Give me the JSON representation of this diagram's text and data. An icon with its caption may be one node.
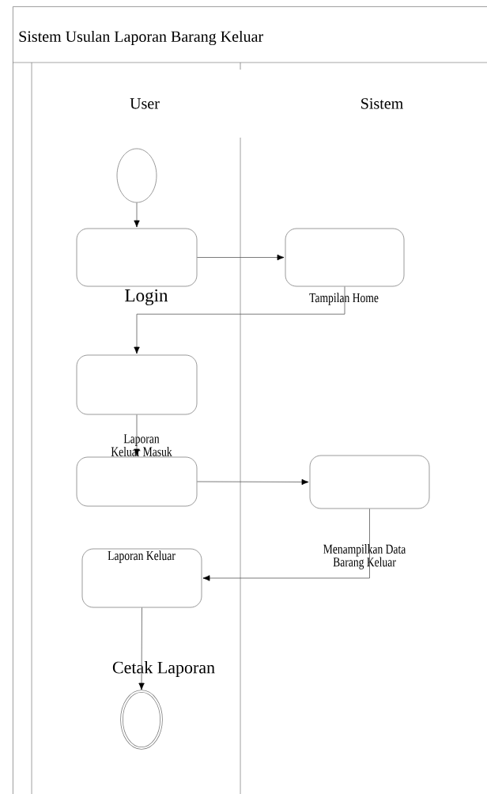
{
  "diagram": {
    "nodes": [
      {
        "text": [
          "Sistem Usulan Laporan Barang Keluar"
        ]
      },
      {
        "text": [
          "User"
        ],
        "in": 0
      },
      {
        "text": [
          "Sistem"
        ],
        "in": 0
      },
      {
        "text": [],
        "shape": "circle",
        "in": 0
      },
      {
        "text": [],
        "shape": "box",
        "beside": [
          "Login"
        ],
        "in": 0
      },
      {
        "text": [],
        "shape": "box",
        "beside": [
          "Tampilan Home"
        ],
        "in": 0
      },
      {
        "text": [],
        "shape": "box",
        "in": 0
      },
      {
        "text": [],
        "shape": "box",
        "in": 0
      },
      {
        "text": [],
        "shape": "box",
        "beside": [
          "Menampilkan Data Barang Keluar"
        ],
        "in": 0
      },
      {
        "text": [
          "Laporan Keluar"
        ],
        "in": 0
      },
      {
        "text": [],
        "shape": "circle",
        "in": 0
      }
    ],
    "edges": [
      {
        "from": 3,
        "to": 4,
        "arrow": "to"
      },
      {
        "from": 4,
        "to": 5,
        "arrow": "to"
      },
      {
        "from": 5,
        "to": 6,
        "arrow": "to"
      },
      {
        "from": 6,
        "to": 7,
        "arrow": "to"
      },
      {
        "from": 7,
        "to": 8,
        "arrow": "to"
      },
      {
        "from": 8,
        "to": 9,
        "arrow": "to"
      },
      {
        "from": 9,
        "to": 10,
        "arrow": "to"
      }
    ],
    "labels": [
      "Laporan Keluar Masuk",
      "Cetak Laporan"
    ]
  }
}
